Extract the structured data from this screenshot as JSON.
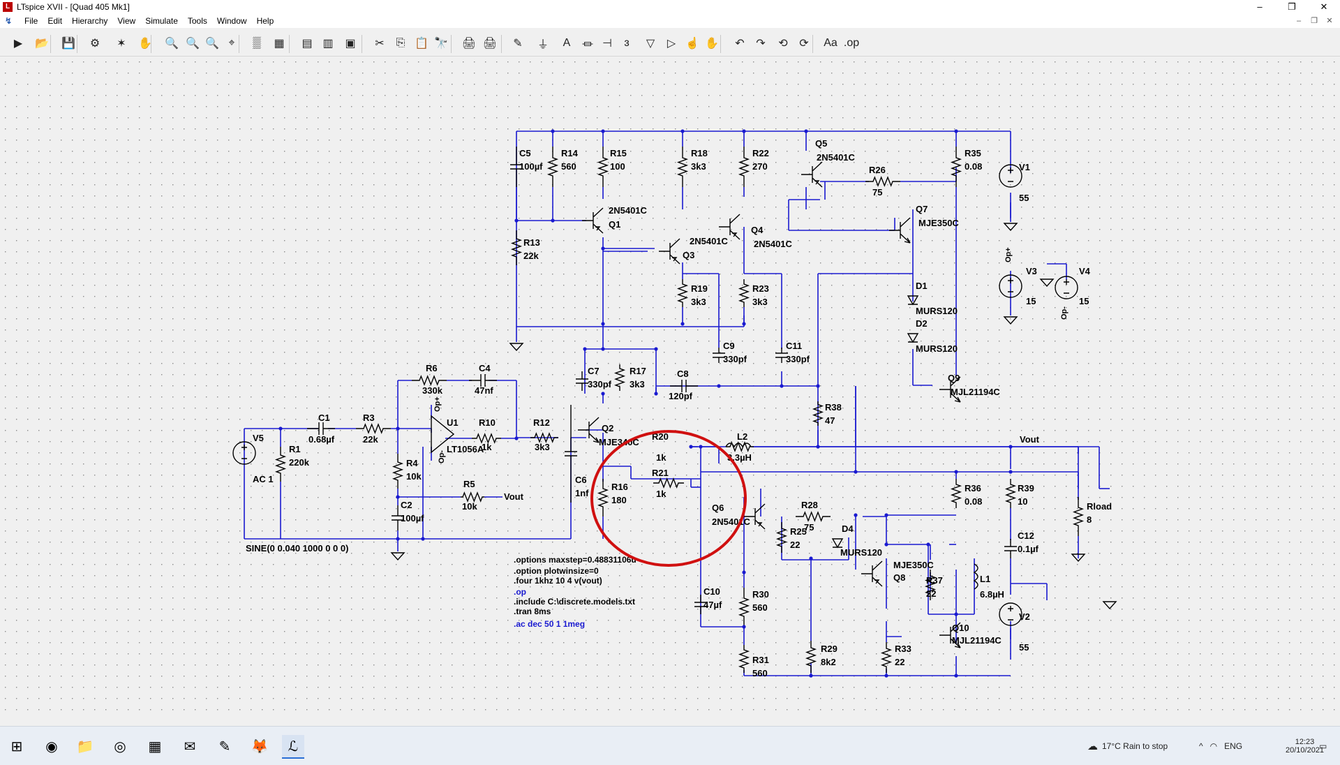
{
  "window": {
    "title": "LTspice XVII - [Quad 405 Mk1]",
    "min": "–",
    "max": "❐",
    "close": "✕"
  },
  "menu": [
    "File",
    "Edit",
    "Hierarchy",
    "View",
    "Simulate",
    "Tools",
    "Window",
    "Help"
  ],
  "toolbar_icons": [
    "run-icon",
    "open-icon",
    "save-icon",
    "control-panel-icon",
    "halt-icon",
    "pan-hand-icon",
    "zoom-in-icon",
    "zoom-area-icon",
    "zoom-out-icon",
    "zoom-fit-icon",
    "autorange-icon",
    "grid-icon",
    "tile-h-icon",
    "tile-v-icon",
    "cascade-icon",
    "cut-icon",
    "copy-icon",
    "paste-icon",
    "find-icon",
    "print-setup-icon",
    "print-icon",
    "wire-icon",
    "ground-icon",
    "label-icon",
    "resistor-icon",
    "capacitor-icon",
    "inductor-icon",
    "diode-icon",
    "component-icon",
    "move-icon",
    "drag-icon",
    "undo-icon",
    "redo-icon",
    "rotate-icon",
    "mirror-icon",
    "text-icon",
    "spice-directive-icon"
  ],
  "toolbar_glyphs": [
    "▶",
    "📂",
    "💾",
    "⚙",
    "✶",
    "✋",
    "🔍",
    "🔍",
    "🔍",
    "⌖",
    "▒",
    "▦",
    "▤",
    "▥",
    "▣",
    "✂",
    "⎘",
    "📋",
    "🔭",
    "🖨",
    "🖨",
    "✎",
    "⏚",
    "A",
    "⏛",
    "⊣",
    "ɜ",
    "▽",
    "▷",
    "☝",
    "✋",
    "↶",
    "↷",
    "⟲",
    "⟳",
    "Aa",
    ".op"
  ],
  "components": {
    "R1": {
      "name": "R1",
      "value": "220k"
    },
    "R3": {
      "name": "R3",
      "value": "22k"
    },
    "R4": {
      "name": "R4",
      "value": "10k"
    },
    "R5": {
      "name": "R5",
      "value": "10k"
    },
    "R6": {
      "name": "R6",
      "value": "330k"
    },
    "R10": {
      "name": "R10",
      "value": "1k"
    },
    "R12": {
      "name": "R12",
      "value": "3k3"
    },
    "R13": {
      "name": "R13",
      "value": "22k"
    },
    "R14": {
      "name": "R14",
      "value": "560"
    },
    "R15": {
      "name": "R15",
      "value": "100"
    },
    "R16": {
      "name": "R16",
      "value": "180"
    },
    "R17": {
      "name": "R17",
      "value": "3k3"
    },
    "R18": {
      "name": "R18",
      "value": "3k3"
    },
    "R19": {
      "name": "R19",
      "value": "3k3"
    },
    "R20": {
      "name": "R20",
      "value": "1k"
    },
    "R21": {
      "name": "R21",
      "value": "1k"
    },
    "R22": {
      "name": "R22",
      "value": "270"
    },
    "R23": {
      "name": "R23",
      "value": "3k3"
    },
    "R25": {
      "name": "R25",
      "value": "22"
    },
    "R26": {
      "name": "R26",
      "value": "75"
    },
    "R28": {
      "name": "R28",
      "value": "75"
    },
    "R29": {
      "name": "R29",
      "value": "8k2"
    },
    "R30": {
      "name": "R30",
      "value": "560"
    },
    "R31": {
      "name": "R31",
      "value": "560"
    },
    "R33": {
      "name": "R33",
      "value": "22"
    },
    "R35": {
      "name": "R35",
      "value": "0.08"
    },
    "R36": {
      "name": "R36",
      "value": "0.08"
    },
    "R37": {
      "name": "R37",
      "value": "22"
    },
    "R38": {
      "name": "R38",
      "value": "47"
    },
    "R39": {
      "name": "R39",
      "value": "10"
    },
    "Rload": {
      "name": "Rload",
      "value": "8"
    },
    "C1": {
      "name": "C1",
      "value": "0.68µf"
    },
    "C2": {
      "name": "C2",
      "value": "100µf"
    },
    "C4": {
      "name": "C4",
      "value": "47nf"
    },
    "C5": {
      "name": "C5",
      "value": "100µf"
    },
    "C6": {
      "name": "C6",
      "value": "1nf"
    },
    "C7": {
      "name": "C7",
      "value": "330pf"
    },
    "C8": {
      "name": "C8",
      "value": "120pf"
    },
    "C9": {
      "name": "C9",
      "value": "330pf"
    },
    "C10": {
      "name": "C10",
      "value": "47µf"
    },
    "C11": {
      "name": "C11",
      "value": "330pf"
    },
    "C12": {
      "name": "C12",
      "value": "0.1µf"
    },
    "L1": {
      "name": "L1",
      "value": "6.8µH"
    },
    "L2": {
      "name": "L2",
      "value": "3.3µH"
    },
    "Q1": {
      "name": "Q1",
      "value": "2N5401C"
    },
    "Q2": {
      "name": "Q2",
      "value": "MJE340C"
    },
    "Q3": {
      "name": "Q3",
      "value": "2N5401C"
    },
    "Q4": {
      "name": "Q4",
      "value": "2N5401C"
    },
    "Q5": {
      "name": "Q5",
      "value": "2N5401C"
    },
    "Q6": {
      "name": "Q6",
      "value": "2N5401C"
    },
    "Q7": {
      "name": "Q7",
      "value": "MJE350C"
    },
    "Q8": {
      "name": "Q8",
      "value": "MJE350C"
    },
    "Q9": {
      "name": "Q9",
      "value": "MJL21194C"
    },
    "Q10": {
      "name": "Q10",
      "value": "MJL21194C"
    },
    "D1": {
      "name": "D1",
      "value": "MURS120"
    },
    "D2": {
      "name": "D2",
      "value": "MURS120"
    },
    "D4": {
      "name": "D4",
      "value": "MURS120"
    },
    "U1": {
      "name": "U1",
      "value": "LT1056A"
    },
    "V1": {
      "name": "V1",
      "value": "55"
    },
    "V2": {
      "name": "V2",
      "value": "55"
    },
    "V3": {
      "name": "V3",
      "value": "15"
    },
    "V4": {
      "name": "V4",
      "value": "15"
    },
    "V5": {
      "name": "V5",
      "value": "AC 1"
    }
  },
  "labels": {
    "vout_main": "Vout",
    "vout_fb": "Vout",
    "op_plus": "Op+",
    "op_minus": "Op-",
    "v3_label": "Op+",
    "v4_label": "Op-",
    "v5_sine": "SINE(0 0.040 1000 0 0 0)"
  },
  "directives": [
    ".options maxstep=0.48831106u",
    ".option plotwinsize=0",
    ".four 1khz 10 4 v(vout)",
    ".op",
    ".include C:\\discrete.models.txt",
    ".tran 8ms",
    ".ac dec 50 1 1meg"
  ],
  "colors": {
    "wire": "#1a1ad0",
    "component": "#000000",
    "highlight": "#d01010",
    "canvas": "#f0f0f0",
    "directive_blue": "#1a1ad0"
  },
  "taskbar": {
    "apps": [
      "windows-start-icon",
      "chrome-canary-icon",
      "file-explorer-icon",
      "chrome-icon",
      "calculator-icon",
      "outlook-icon",
      "paint-icon",
      "firefox-icon",
      "ltspice-icon"
    ],
    "weather": "17°C  Rain to stop",
    "lang": "ENG",
    "time": "12:23",
    "date": "20/10/2021"
  }
}
